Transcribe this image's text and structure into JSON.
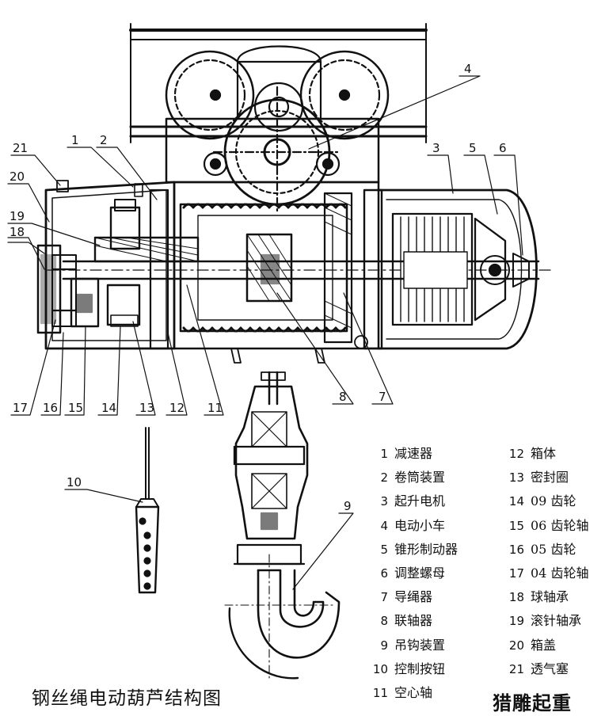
{
  "callouts": [
    "1",
    "2",
    "3",
    "4",
    "5",
    "6",
    "7",
    "8",
    "9",
    "10",
    "11",
    "12",
    "13",
    "14",
    "15",
    "16",
    "17",
    "18",
    "19",
    "20",
    "21"
  ],
  "legend": [
    {
      "num": "1",
      "label": "减速器"
    },
    {
      "num": "2",
      "label": "卷筒装置"
    },
    {
      "num": "3",
      "label": "起升电机"
    },
    {
      "num": "4",
      "label": "电动小车"
    },
    {
      "num": "5",
      "label": "锥形制动器"
    },
    {
      "num": "6",
      "label": "调整螺母"
    },
    {
      "num": "7",
      "label": "导绳器"
    },
    {
      "num": "8",
      "label": "联轴器"
    },
    {
      "num": "9",
      "label": "吊钩装置"
    },
    {
      "num": "10",
      "label": "控制按钮"
    },
    {
      "num": "11",
      "label": "空心轴"
    },
    {
      "num": "12",
      "label": "箱体"
    },
    {
      "num": "13",
      "label": "密封圈"
    },
    {
      "num": "14",
      "label": "09 齿轮"
    },
    {
      "num": "15",
      "label": "06 齿轮轴"
    },
    {
      "num": "16",
      "label": "05 齿轮"
    },
    {
      "num": "17",
      "label": "04 齿轮轴"
    },
    {
      "num": "18",
      "label": "球轴承"
    },
    {
      "num": "19",
      "label": "滚针轴承"
    },
    {
      "num": "20",
      "label": "箱盖"
    },
    {
      "num": "21",
      "label": "透气塞"
    }
  ],
  "caption": "钢丝绳电动葫芦结构图",
  "brand": "猎雕起重"
}
